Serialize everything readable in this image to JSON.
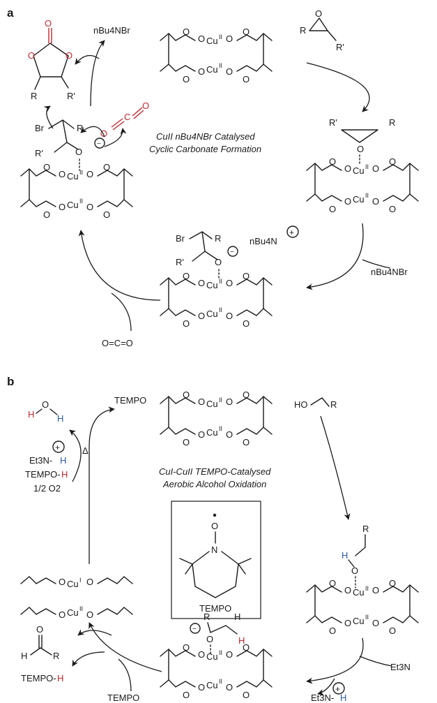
{
  "panel_a": {
    "label": "a",
    "title_line1": "CuII nBu4NBr Catalysed",
    "title_line2": "Cyclic Carbonate Formation",
    "reagent_nbu4nbr_top": "nBu4NBr",
    "reagent_nbu4nbr_right": "nBu4NBr",
    "reagent_co2": "O=C=O",
    "ion_label": "nBu4N",
    "sub_R": "R",
    "sub_Rp": "R'",
    "halide": "Br",
    "oxygen": "O",
    "carbon": "C",
    "copper": "Cu",
    "cu_ox": "II"
  },
  "panel_b": {
    "label": "b",
    "title_line1": "CuI-CuII TEMPO-Catalysed",
    "title_line2": "Aerobic Alcohol Oxidation",
    "tempo_top": "TEMPO",
    "tempo_box": "TEMPO",
    "tempo_bottom": "TEMPO",
    "tempo_h_left": "TEMPO-",
    "tempo_h_product": "TEMPO-",
    "water_h1": "H",
    "water_o": "O",
    "water_h2": "H",
    "et3nh_left": "Et3N-",
    "et3n_right": "Et3N",
    "et3nh_bottom": "Et3N-",
    "h_atom": "H",
    "half_o2": "1/2 O2",
    "delta": "Δ",
    "alcohol_ho": "HO",
    "sub_R": "R",
    "aldehyde_h": "H",
    "aldehyde_o": "O",
    "nitrogen": "N",
    "oxygen": "O",
    "copper": "Cu",
    "cu_ox_1": "I",
    "cu_ox_2": "II"
  },
  "colors": {
    "red": "#c0282d",
    "blue": "#2e5aa8",
    "ink": "#1a1a1a"
  }
}
